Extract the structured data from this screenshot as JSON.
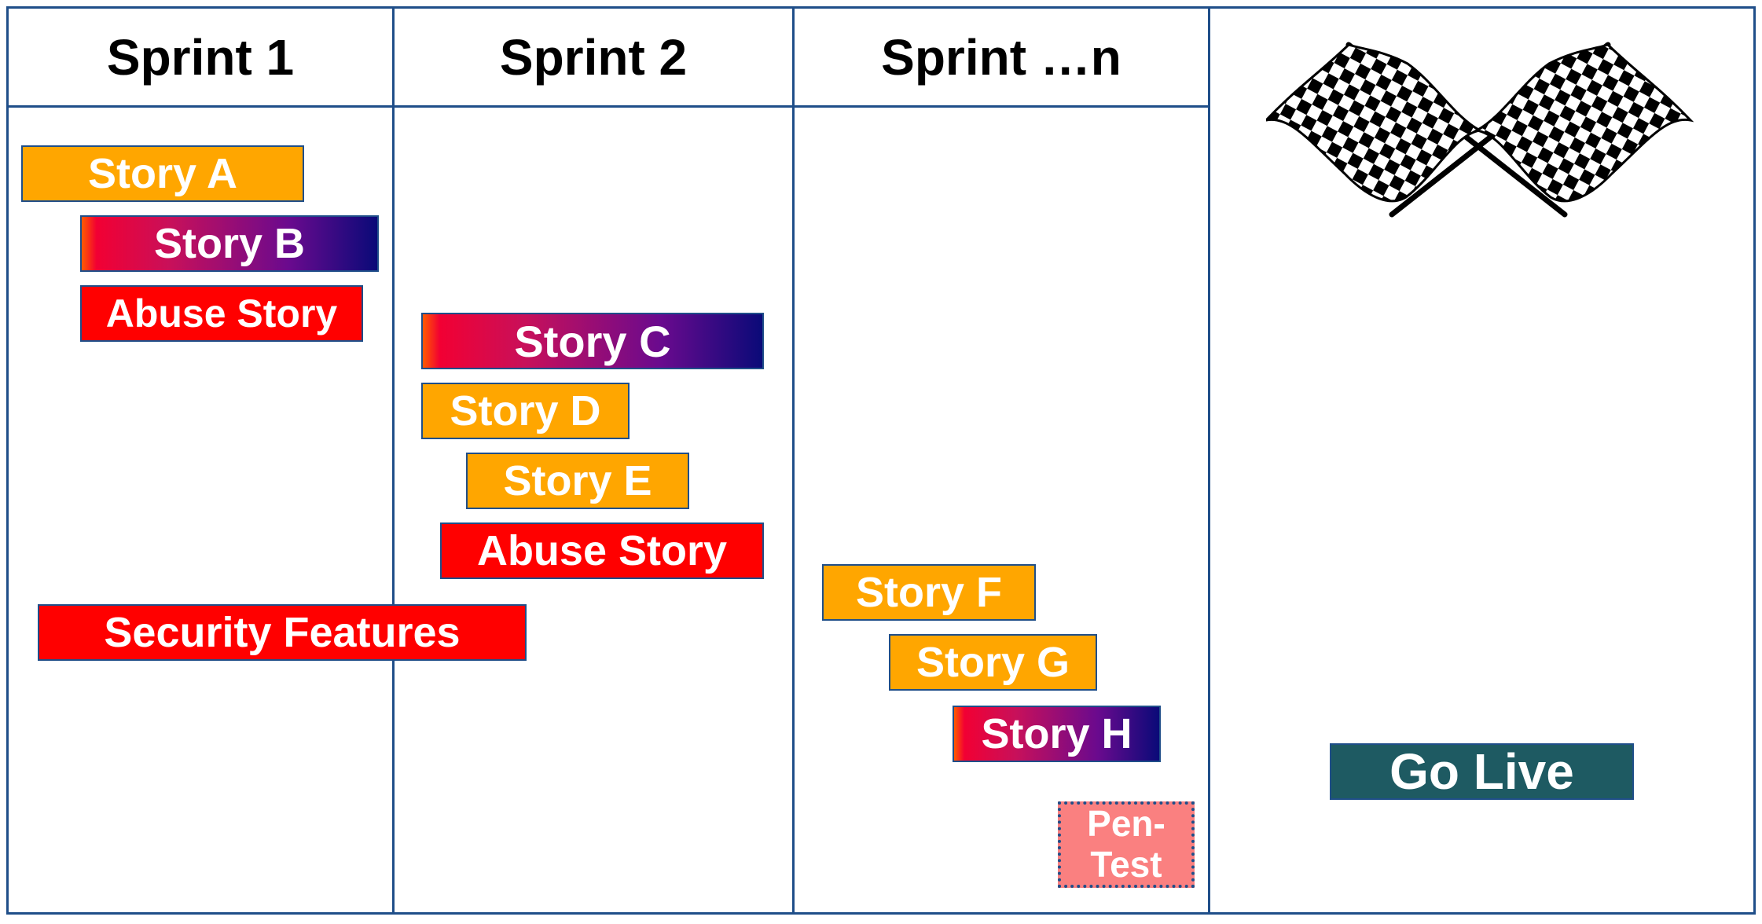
{
  "columns": [
    {
      "header": "Sprint 1"
    },
    {
      "header": "Sprint 2"
    },
    {
      "header": "Sprint …n"
    },
    {
      "header": ""
    }
  ],
  "cards": {
    "story_a": "Story A",
    "story_b": "Story B",
    "abuse_story_1": "Abuse Story",
    "story_c": "Story C",
    "story_d": "Story D",
    "story_e": "Story E",
    "abuse_story_2": "Abuse Story",
    "security_features": "Security Features",
    "story_f": "Story F",
    "story_g": "Story G",
    "story_h": "Story H",
    "pen_test_line1": "Pen-",
    "pen_test_line2": "Test",
    "go_live": "Go Live"
  },
  "icons": {
    "finish": "checkered-flags-icon"
  },
  "colors": {
    "border": "#1f4e89",
    "story": "#ffa600",
    "abuse": "#ff0000",
    "security": "#ff0000",
    "mixed_start": "#ff3000",
    "mixed_end": "#0a0a78",
    "pen_test": "#fa8080",
    "go_live": "#1e5a62"
  }
}
